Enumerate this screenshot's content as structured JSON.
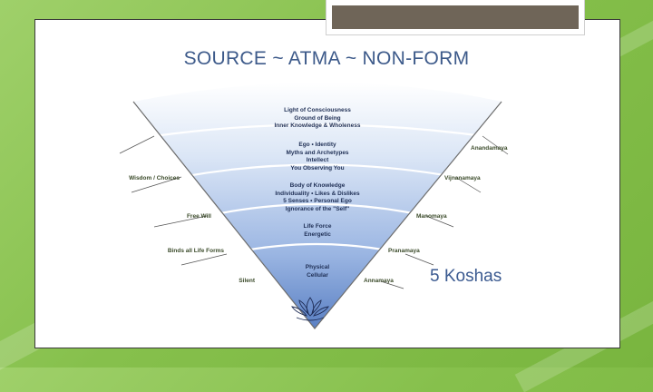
{
  "slide": {
    "title": "SOURCE ~ ATMA ~ NON-FORM",
    "koshas_label": "5 Koshas"
  },
  "layers": [
    {
      "lines": [
        "Light of Consciousness",
        "Ground of Being",
        "Inner Knowledge & Wholeness"
      ]
    },
    {
      "lines": [
        "Ego  •  Identity",
        "Myths and Archetypes",
        "Intellect",
        "You Observing You"
      ]
    },
    {
      "lines": [
        "Body of Knowledge",
        "Individuality  •  Likes & Dislikes",
        "5 Senses  •  Personal Ego",
        "Ignorance of the \"Self\""
      ]
    },
    {
      "lines": [
        "Life Force",
        "Energetic"
      ]
    },
    {
      "lines": [
        "Physical",
        "Cellular"
      ]
    }
  ],
  "left_labels": [
    "Wisdom / Choices",
    "Free Will",
    "Binds all Life Forms",
    "Silent"
  ],
  "right_labels": [
    "Anandamaya",
    "Vijnanamaya",
    "Manomaya",
    "Pranamaya",
    "Annamaya"
  ],
  "colors": {
    "title": "#3d5a8a",
    "band_text": "#1f2f55",
    "cone_top": "#ffffff",
    "cone_bottom": "#5a80c4"
  },
  "icons": {
    "lotus": "lotus-icon"
  }
}
